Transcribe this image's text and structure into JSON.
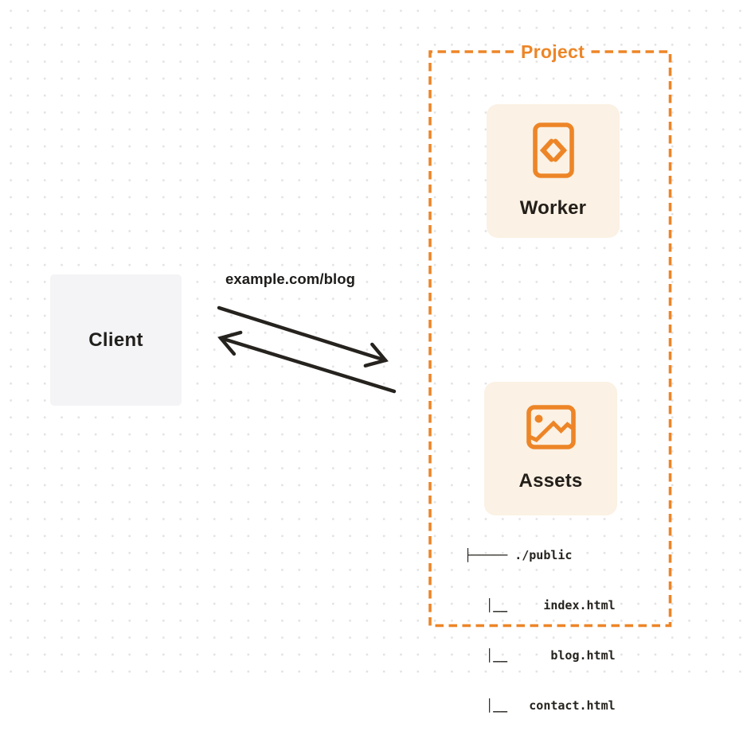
{
  "colors": {
    "accent_orange": "#ed8527",
    "card_bg": "#fbf1e4",
    "client_bg": "#f4f4f6",
    "ink": "#211f1c",
    "grid_dot": "#e3e3e4"
  },
  "client": {
    "label": "Client"
  },
  "request": {
    "label": "example.com/blog"
  },
  "project": {
    "label": "Project",
    "worker": {
      "label": "Worker",
      "icon": "code-file-icon"
    },
    "assets": {
      "label": "Assets",
      "icon": "image-icon",
      "file_tree": [
        "├───── ./public",
        "   │__     index.html",
        "   │__      blog.html",
        "   │__   contact.html"
      ]
    }
  }
}
